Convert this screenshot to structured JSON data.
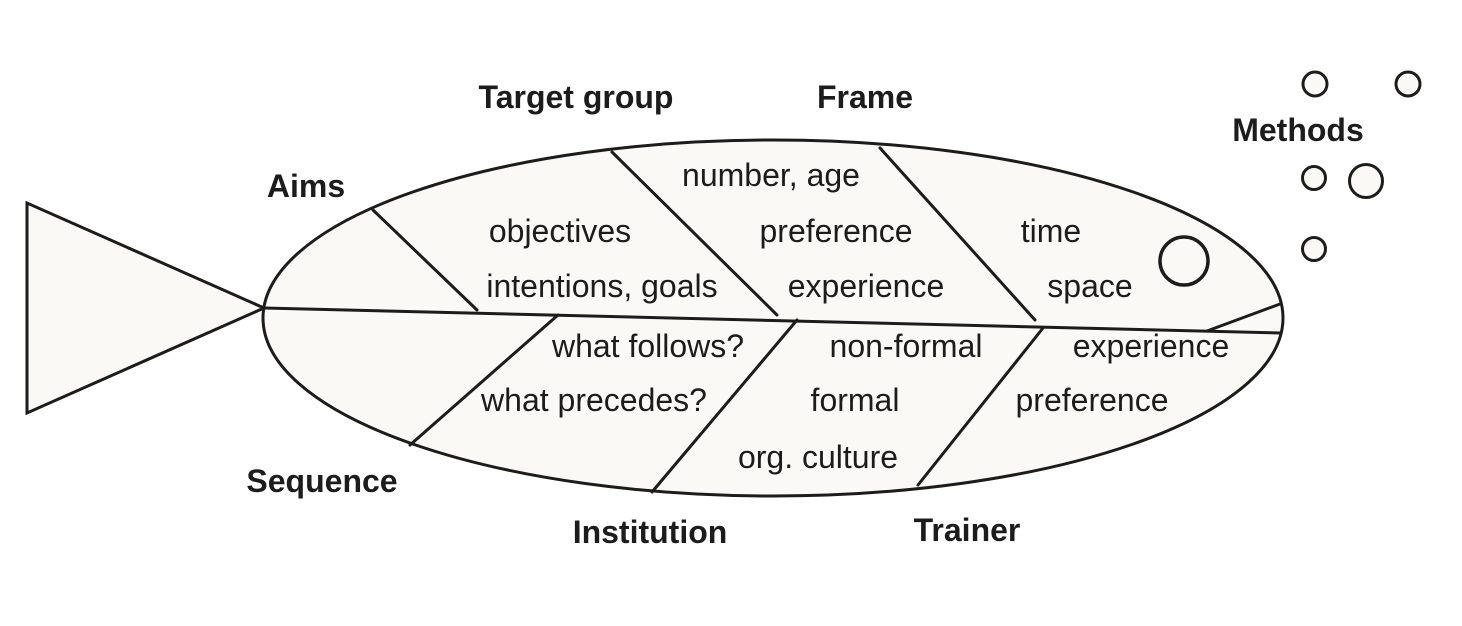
{
  "diagram": {
    "type": "fishbone-fish",
    "labels": {
      "aims": "Aims",
      "target_group": "Target group",
      "frame": "Frame",
      "methods": "Methods",
      "sequence": "Sequence",
      "institution": "Institution",
      "trainer": "Trainer"
    },
    "items": {
      "aims": {
        "objectives": "objectives",
        "intentions": "intentions, goals"
      },
      "target_group": {
        "number_age": "number, age",
        "preference": "preference",
        "experience": "experience"
      },
      "frame": {
        "time": "time",
        "space": "space"
      },
      "sequence": {
        "what_follows": "what follows?",
        "what_precedes": "what precedes?"
      },
      "institution": {
        "non_formal": "non-formal",
        "formal": "formal",
        "org_culture": "org. culture"
      },
      "trainer": {
        "experience": "experience",
        "preference": "preference"
      }
    },
    "colors": {
      "line": "#1c1c1c",
      "fish_fill": "#faf9f6",
      "background": "#ffffff"
    }
  }
}
